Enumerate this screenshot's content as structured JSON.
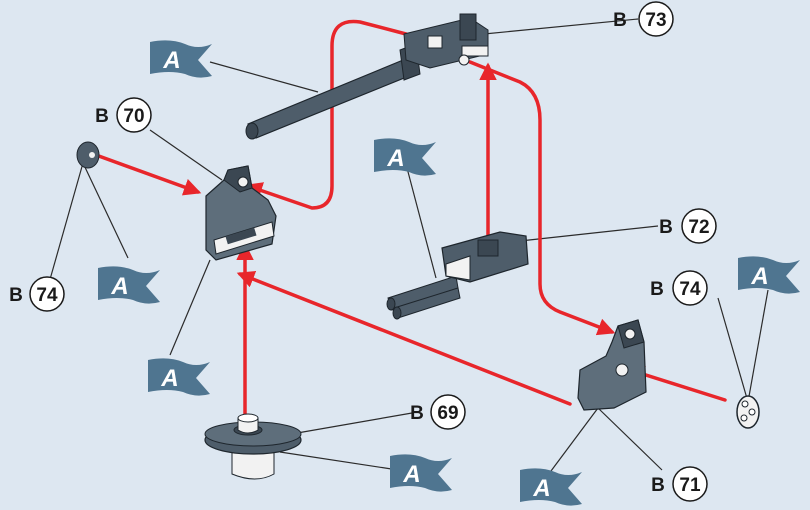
{
  "colors": {
    "background": "#dde7f1",
    "arrow": "#e8262b",
    "flag": "#4f7590",
    "part_dark": "#3b4752",
    "part_mid": "#5e6e7b",
    "part_light": "#f2f2f2"
  },
  "flag_letter": "A",
  "callout_prefix": "B",
  "callouts": [
    {
      "id": "c73",
      "number": "73"
    },
    {
      "id": "c70",
      "number": "70"
    },
    {
      "id": "c72",
      "number": "72"
    },
    {
      "id": "c74a",
      "number": "74"
    },
    {
      "id": "c74b",
      "number": "74"
    },
    {
      "id": "c69",
      "number": "69"
    },
    {
      "id": "c71",
      "number": "71"
    }
  ]
}
